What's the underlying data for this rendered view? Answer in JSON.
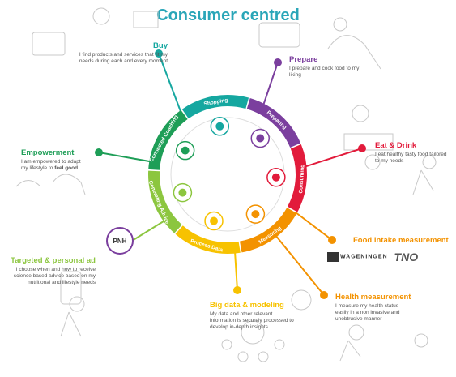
{
  "title": "Consumer centred",
  "wheel": {
    "segments": [
      {
        "label": "Shopping",
        "color": "#15a7a0"
      },
      {
        "label": "Preparing",
        "color": "#7b3f9e"
      },
      {
        "label": "Consuming",
        "color": "#e21b3b"
      },
      {
        "label": "Measuring",
        "color": "#f39200"
      },
      {
        "label": "Process Data",
        "color": "#f7c200"
      },
      {
        "label": "Generating Advice",
        "color": "#8cc63f"
      },
      {
        "label": "Connected Coaching",
        "color": "#1e9e57"
      }
    ]
  },
  "nodes": {
    "buy": {
      "heading": "Buy",
      "text": "I find products and services that fit my needs during each and every moment",
      "color": "#15a7a0"
    },
    "prepare": {
      "heading": "Prepare",
      "text": "I prepare and cook food to my liking",
      "color": "#7b3f9e"
    },
    "eat": {
      "heading": "Eat & Drink",
      "text": "I eat healthy tasty food tailored to my needs",
      "color": "#e21b3b"
    },
    "food_intake": {
      "heading": "Food intake measurement",
      "color": "#f39200"
    },
    "health": {
      "heading": "Health measurement",
      "text": "I measure my health status easily in a non invasive and unobtrusive manner",
      "color": "#f39200"
    },
    "big_data": {
      "heading": "Big data & modeling",
      "text": "My data and other relevant information is securely processed to develop in-depth insights",
      "color": "#f7c200"
    },
    "targeted": {
      "heading": "Targeted & personal ad",
      "text": "I choose when and how to receive science based advice based on my nutritional and lifestyle needs",
      "color": "#8cc63f"
    },
    "empowerment": {
      "heading": "Empowerment",
      "text_prefix": "I am empowered to adapt my lifestyle to ",
      "text_bold": "feel good",
      "color": "#1e9e57"
    }
  },
  "logos": {
    "pnh": "PNH",
    "wageningen": "WAGENINGEN",
    "tno": "TNO"
  }
}
